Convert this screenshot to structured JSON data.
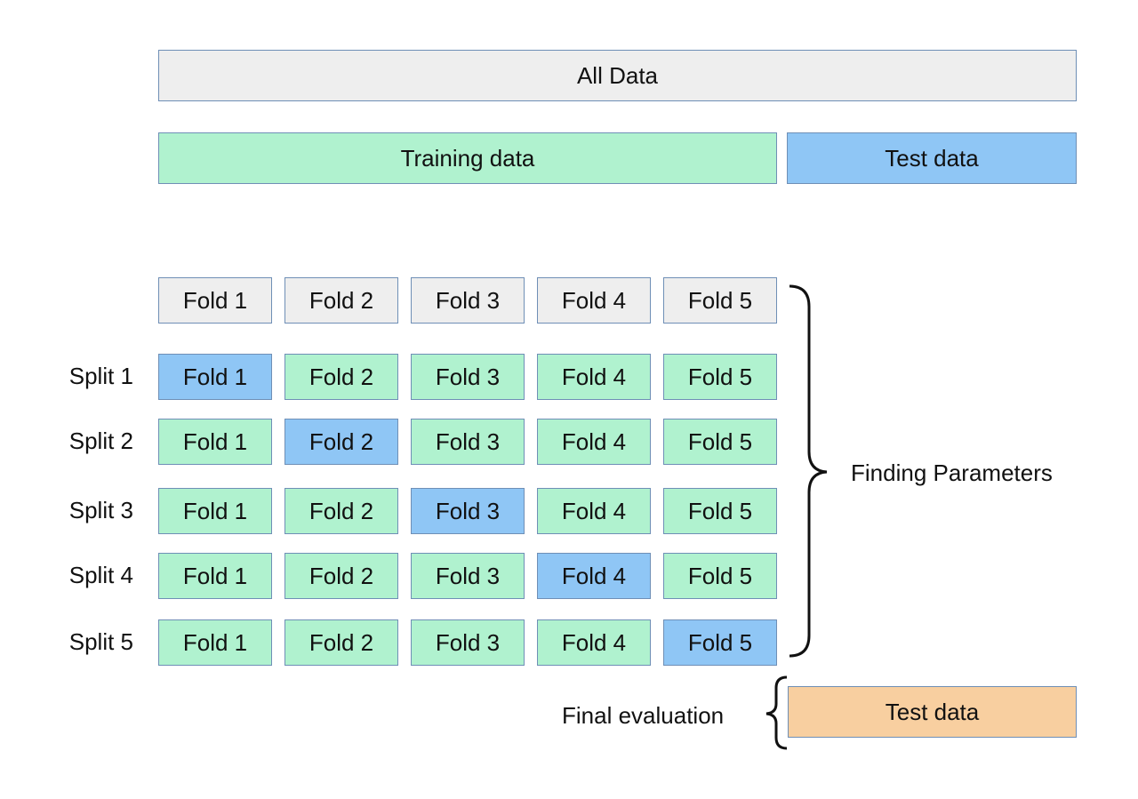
{
  "all_data_label": "All Data",
  "training_data_label": "Training data",
  "test_data_label": "Test data",
  "folds": [
    "Fold 1",
    "Fold 2",
    "Fold 3",
    "Fold 4",
    "Fold 5"
  ],
  "splits": [
    {
      "label": "Split 1",
      "test_fold": 1
    },
    {
      "label": "Split 2",
      "test_fold": 2
    },
    {
      "label": "Split 3",
      "test_fold": 3
    },
    {
      "label": "Split 4",
      "test_fold": 4
    },
    {
      "label": "Split 5",
      "test_fold": 5
    }
  ],
  "finding_parameters_label": "Finding Parameters",
  "final_evaluation_label": "Final evaluation",
  "final_test_data_label": "Test data",
  "colors": {
    "grey": "#eeeeee",
    "training": "#b0f2cf",
    "test": "#8fc6f5",
    "final_test": "#f8cfa0",
    "border": "#6f8fb6"
  }
}
